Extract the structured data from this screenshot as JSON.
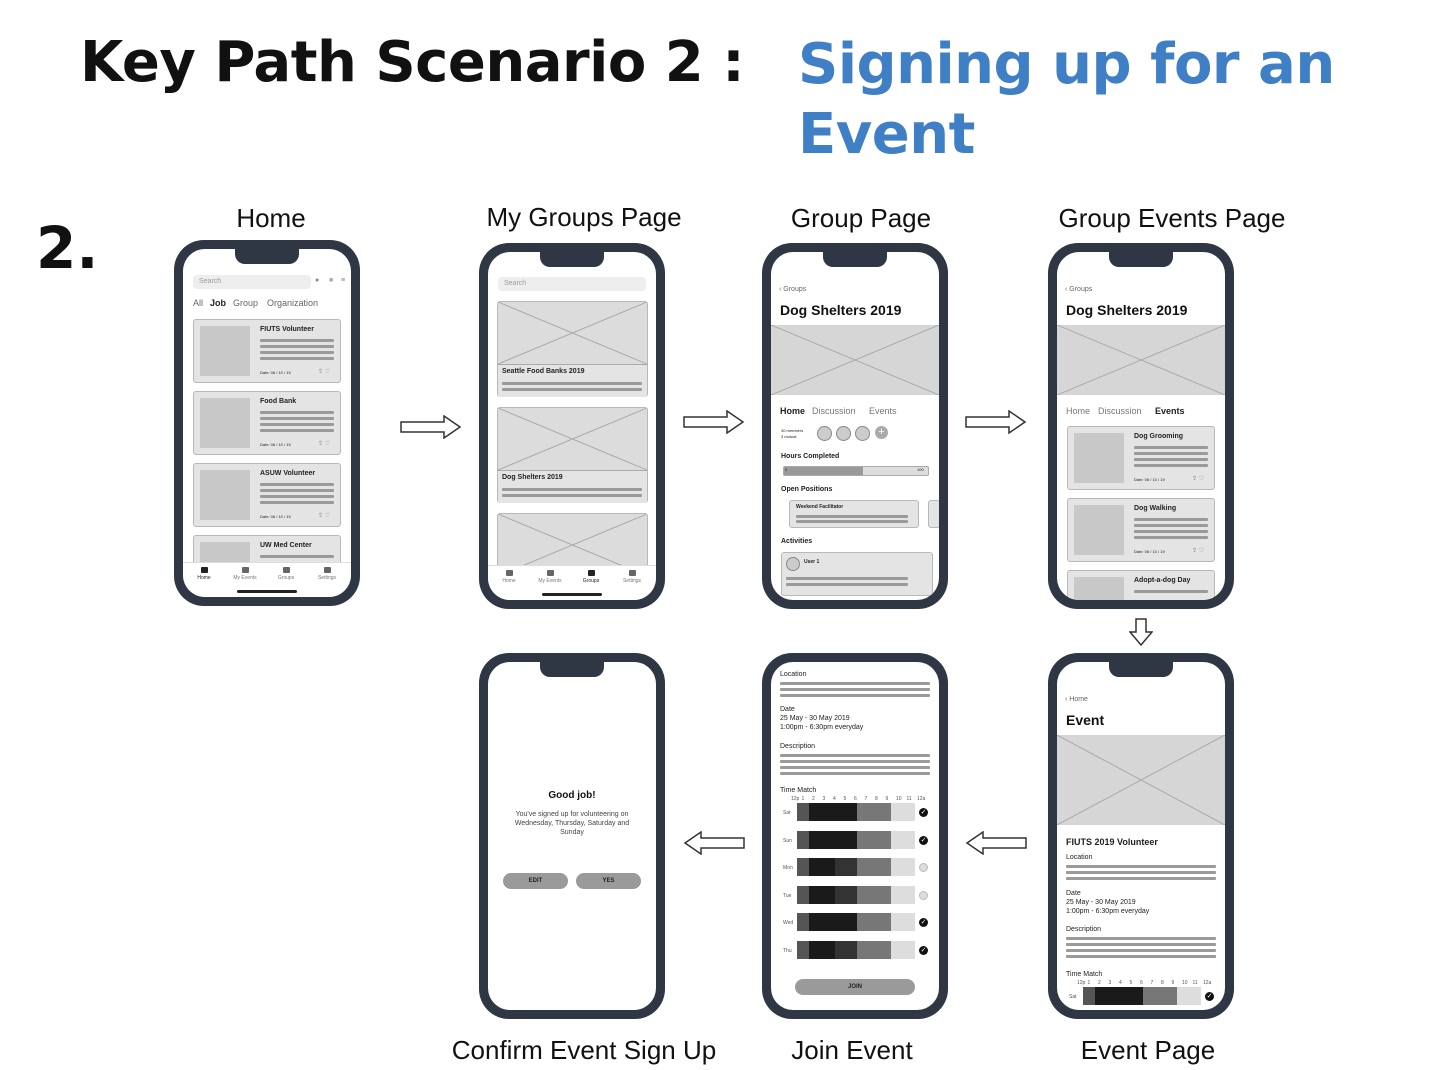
{
  "title": {
    "part1": "Key Path Scenario 2 :",
    "part2": "Signing up for an Event"
  },
  "step_number": "2.",
  "captions": {
    "home": "Home",
    "my_groups": "My Groups Page",
    "group": "Group Page",
    "group_events": "Group Events Page",
    "confirm": "Confirm Event Sign Up",
    "join": "Join Event",
    "event": "Event Page"
  },
  "colors": {
    "accent": "#3f7fc6",
    "phone_frame": "#2f3744",
    "placeholder": "#c8c8c8"
  },
  "home_screen": {
    "search": "Search",
    "filters": [
      "All",
      "Job",
      "Group",
      "Organization"
    ],
    "cards": [
      {
        "title": "FIUTS Volunteer",
        "date": "Date: 06 / 10 / 19"
      },
      {
        "title": "Food Bank",
        "date": "Date: 06 / 10 / 19"
      },
      {
        "title": "ASUW Volunteer",
        "date": "Date: 06 / 10 / 19"
      },
      {
        "title": "UW Med Center"
      }
    ],
    "tabs": [
      "Home",
      "My Events",
      "Groups",
      "Settings"
    ]
  },
  "groups_screen": {
    "search": "Search",
    "groups": [
      "Seattle Food Banks 2019",
      "Dog Shelters 2019"
    ],
    "tabs": [
      "Home",
      "My Events",
      "Groups",
      "Settings"
    ]
  },
  "group_screen": {
    "back": "Groups",
    "title": "Dog Shelters 2019",
    "tabs": [
      "Home",
      "Discussion",
      "Events"
    ],
    "members": "30 members",
    "mutual": "3 mutual",
    "hours_label": "Hours Completed",
    "hours_min": "0",
    "hours_max": "100",
    "hours_progress": 0.55,
    "positions_label": "Open Positions",
    "position": "Weekend Facilitator",
    "activities_label": "Activities",
    "user": "User 1"
  },
  "group_events_screen": {
    "back": "Groups",
    "title": "Dog Shelters 2019",
    "tabs": [
      "Home",
      "Discussion",
      "Events"
    ],
    "events": [
      {
        "title": "Dog Grooming",
        "date": "Date: 06 / 10 / 19"
      },
      {
        "title": "Dog Walking",
        "date": "Date: 06 / 10 / 19"
      },
      {
        "title": "Adopt-a-dog Day"
      }
    ]
  },
  "event_screen": {
    "back": "Home",
    "title": "Event",
    "event_name": "FIUTS 2019 Volunteer",
    "location_label": "Location",
    "date_label": "Date",
    "date_value": "25 May - 30 May 2019",
    "time_value": "1:00pm - 6:30pm everyday",
    "description_label": "Description",
    "time_match_label": "Time Match",
    "hours": [
      "12p",
      "1",
      "2",
      "3",
      "4",
      "5",
      "6",
      "7",
      "8",
      "9",
      "10",
      "11",
      "12a"
    ],
    "day": "Sat"
  },
  "join_screen": {
    "location_label": "Location",
    "date_label": "Date",
    "date_value": "25 May - 30 May 2019",
    "time_value": "1:00pm - 6:30pm everyday",
    "description_label": "Description",
    "time_match_label": "Time Match",
    "hours": [
      "12p",
      "1",
      "2",
      "3",
      "4",
      "5",
      "6",
      "7",
      "8",
      "9",
      "10",
      "11",
      "12a"
    ],
    "days": [
      {
        "day": "Sat",
        "checked": true
      },
      {
        "day": "Sun",
        "checked": true
      },
      {
        "day": "Mon",
        "checked": false
      },
      {
        "day": "Tue",
        "checked": false
      },
      {
        "day": "Wed",
        "checked": true
      },
      {
        "day": "Thu",
        "checked": true
      }
    ],
    "join_button": "JOIN"
  },
  "confirm_screen": {
    "heading": "Good job!",
    "message": "You've signed up for volunteering on Wednesday, Thursday, Saturday and Sunday",
    "edit_button": "EDIT",
    "yes_button": "YES"
  }
}
